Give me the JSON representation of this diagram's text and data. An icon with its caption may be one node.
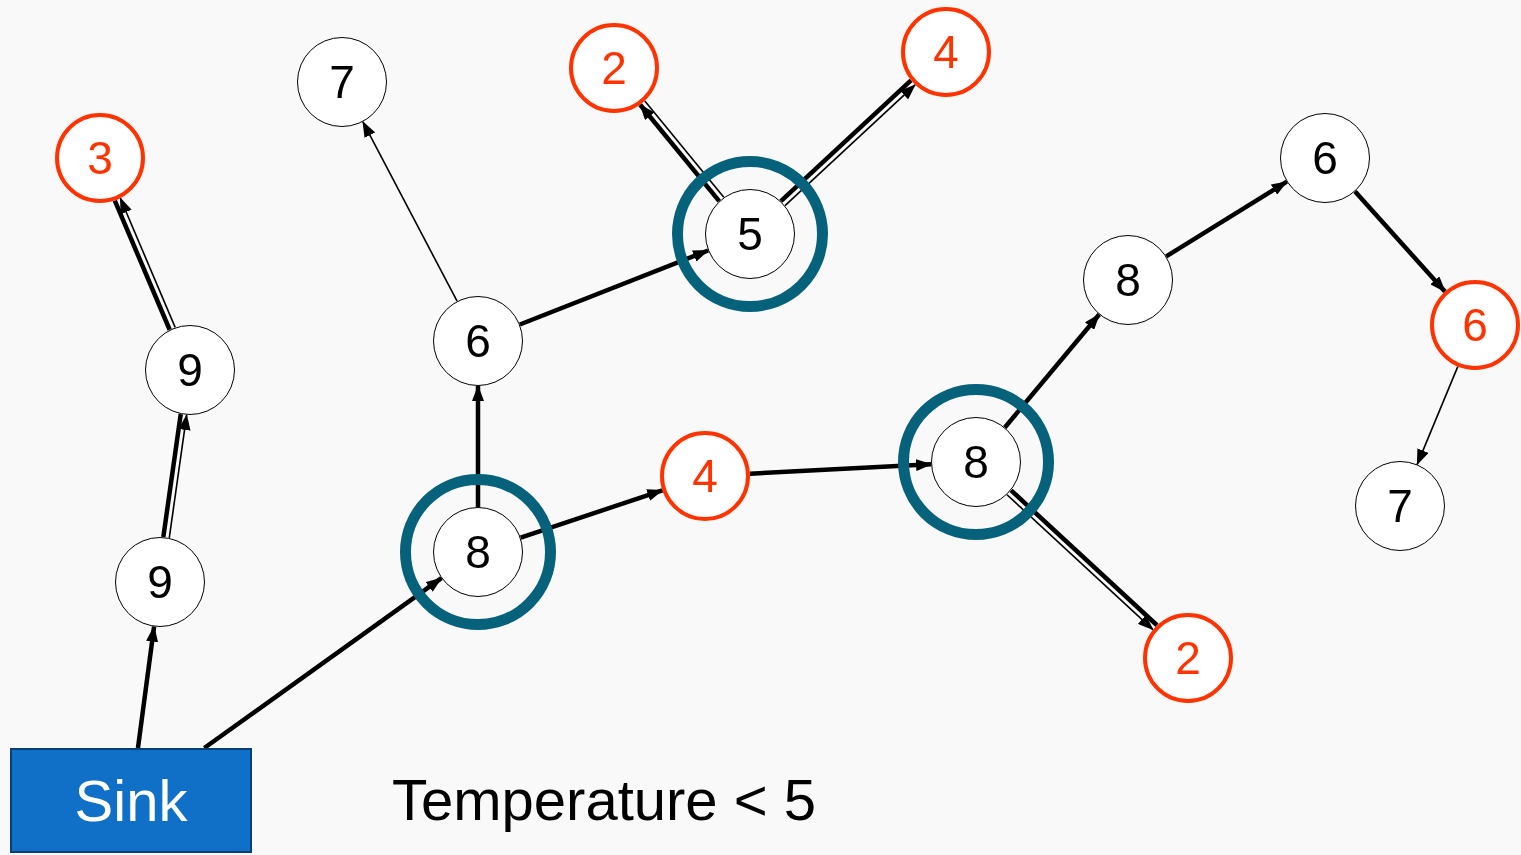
{
  "diagram": {
    "nodes": [
      {
        "text": [
          "Sink"
        ]
      },
      {
        "text": [
          "9"
        ]
      },
      {
        "text": [
          "9"
        ]
      },
      {
        "text": [
          "3"
        ]
      },
      {
        "text": [
          "7"
        ]
      },
      {
        "text": [
          "6"
        ]
      },
      {
        "text": [],
        "shape": "circle"
      },
      {
        "text": [
          "8"
        ],
        "in": 6
      },
      {
        "text": [
          "4"
        ]
      },
      {
        "text": [],
        "shape": "circle"
      },
      {
        "text": [
          "8"
        ],
        "in": 9
      },
      {
        "text": [
          "2"
        ]
      },
      {
        "text": [
          "8"
        ]
      },
      {
        "text": [
          "6"
        ]
      },
      {
        "text": [
          "6"
        ]
      },
      {
        "text": [
          "7"
        ]
      },
      {
        "text": [
          "2"
        ]
      },
      {
        "text": [
          "4"
        ]
      },
      {
        "text": [],
        "shape": "circle"
      },
      {
        "text": [
          "5"
        ],
        "in": 18
      }
    ],
    "edges": [
      {
        "from": 0,
        "to": 1,
        "arrow": "to"
      },
      {
        "from": 0,
        "to": 7,
        "arrow": "to"
      },
      {
        "from": 1,
        "to": 2,
        "arrow": "none"
      },
      {
        "from": 1,
        "to": 2,
        "arrow": "to"
      },
      {
        "from": 2,
        "to": 3,
        "arrow": "none"
      },
      {
        "from": 2,
        "to": 3,
        "arrow": "to"
      },
      {
        "from": 7,
        "to": 5,
        "arrow": "to"
      },
      {
        "from": 5,
        "to": 4,
        "arrow": "to"
      },
      {
        "from": 5,
        "to": 19,
        "arrow": "to"
      },
      {
        "from": 19,
        "to": 16,
        "arrow": "to"
      },
      {
        "from": 19,
        "to": 16,
        "arrow": "none"
      },
      {
        "from": 19,
        "to": 17,
        "arrow": "none"
      },
      {
        "from": 19,
        "to": 17,
        "arrow": "to"
      },
      {
        "from": 7,
        "to": 8,
        "arrow": "to"
      },
      {
        "from": 8,
        "to": 10,
        "arrow": "to"
      },
      {
        "from": 10,
        "to": 12,
        "arrow": "to"
      },
      {
        "from": 10,
        "to": 11,
        "arrow": "none"
      },
      {
        "from": 10,
        "to": 11,
        "arrow": "to"
      },
      {
        "from": 12,
        "to": 13,
        "arrow": "to"
      },
      {
        "from": 13,
        "to": 14,
        "arrow": "to"
      },
      {
        "from": 14,
        "to": 15,
        "arrow": "to"
      }
    ],
    "labels": [
      "Temperature < 5"
    ]
  }
}
